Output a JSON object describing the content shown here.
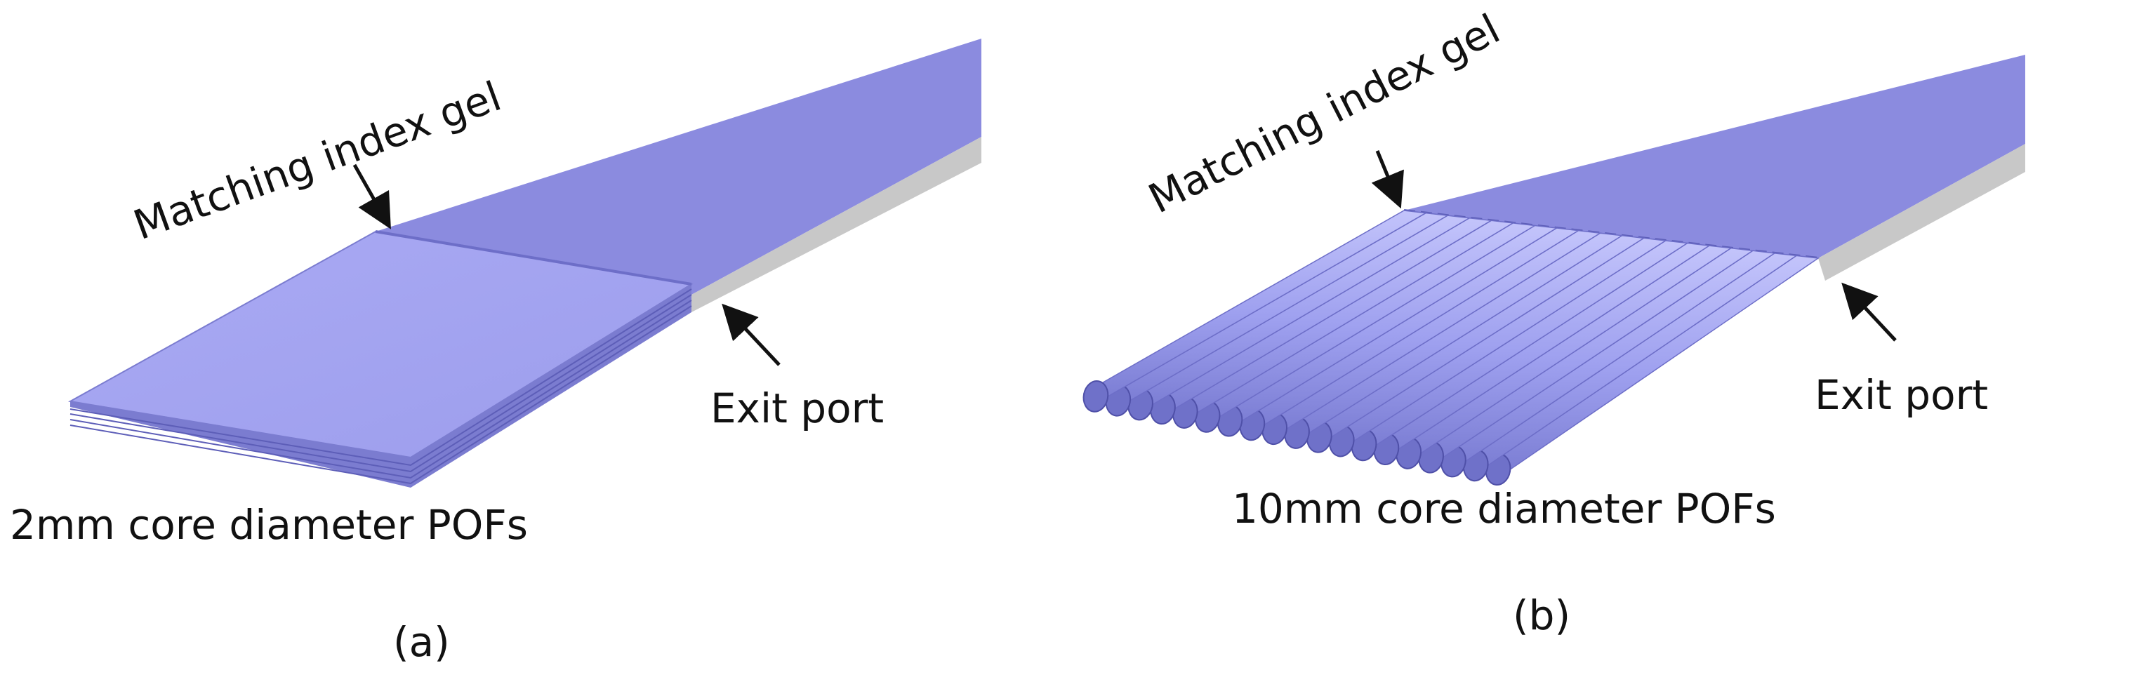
{
  "panels": [
    {
      "id": "a",
      "gel_label": "Matching index gel",
      "exit_label": "Exit port",
      "fiber_label": "2mm core diameter POFs",
      "caption": "(a)"
    },
    {
      "id": "b",
      "gel_label": "Matching index gel",
      "exit_label": "Exit port",
      "fiber_label": "10mm core diameter POFs",
      "caption": "(b)"
    }
  ],
  "colors": {
    "gel_surface": "#8b8bdf",
    "fiber_surface": "#a4a5f2",
    "fiber_edge": "#6d6ec8",
    "exit_port": "#c8c8c8",
    "text": "#111111"
  }
}
